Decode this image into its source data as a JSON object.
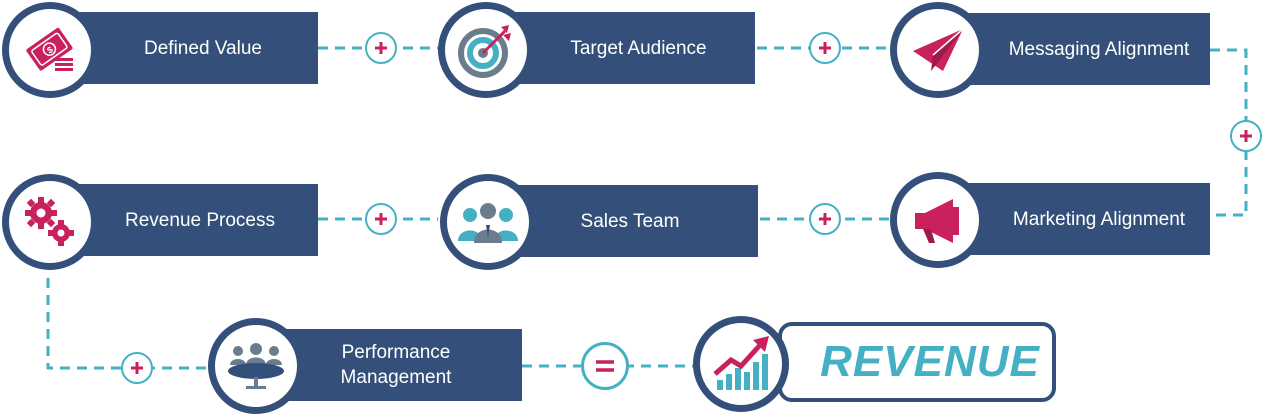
{
  "steps": [
    {
      "label": "Defined Value",
      "icon": "money-icon"
    },
    {
      "label": "Target Audience",
      "icon": "target-icon"
    },
    {
      "label": "Messaging Alignment",
      "icon": "paper-plane-icon"
    },
    {
      "label": "Marketing Alignment",
      "icon": "megaphone-icon"
    },
    {
      "label": "Sales Team",
      "icon": "team-icon"
    },
    {
      "label": "Revenue Process",
      "icon": "gears-icon"
    },
    {
      "label_line1": "Performance",
      "label_line2": "Management",
      "icon": "meeting-icon"
    }
  ],
  "result": {
    "label": "REVENUE",
    "icon": "growth-chart-icon",
    "operator": "equals"
  },
  "operators": {
    "plus": "plus",
    "equals": "equals"
  },
  "colors": {
    "navy": "#34507a",
    "teal": "#45b0c4",
    "magenta": "#c9215d",
    "icon_gray": "#6b7c8c"
  }
}
